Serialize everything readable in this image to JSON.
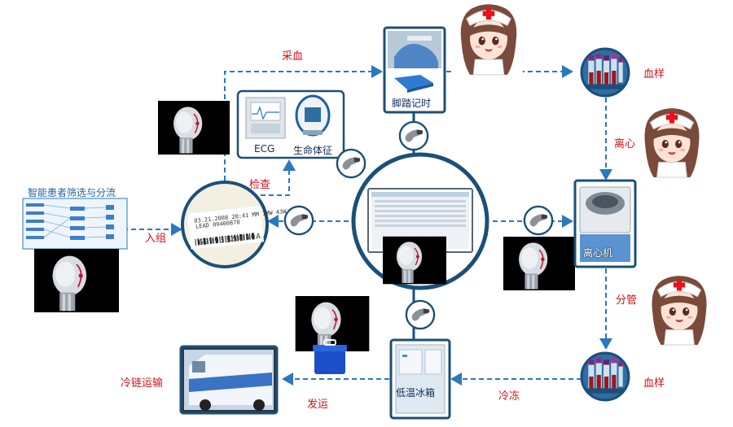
{
  "steps": {
    "screening_title": "智能患者筛选与分流",
    "enroll": "入组",
    "check": "检查",
    "ecg": "ECG",
    "vitals": "生命体征",
    "collect": "采血",
    "foot_timer": "脚踏记时",
    "blood_sample_1": "血样",
    "centrifuge_step": "离心",
    "centrifuge_machine": "离心机",
    "aliquot": "分管",
    "blood_sample_2": "血样",
    "freeze": "冷冻",
    "freezer": "低温冰箱",
    "ship": "发运",
    "cold_chain": "冷链运输"
  },
  "barcode": {
    "line1": "03.21.2008 20:41 MM 1MW 43W",
    "line2": "LEAD 09400878",
    "number": "69093320340A"
  },
  "colors": {
    "primary": "#1f6aa8",
    "dark_frame": "#1b4f78",
    "label_red": "#d0141b",
    "nurse_cross": "#e8121a"
  },
  "icons": [
    "scanner-icon",
    "robot-icon",
    "nurse-icon",
    "truck-icon",
    "cooler-icon",
    "foot-pedal-icon",
    "ecg-monitor-icon",
    "vitals-monitor-icon"
  ]
}
